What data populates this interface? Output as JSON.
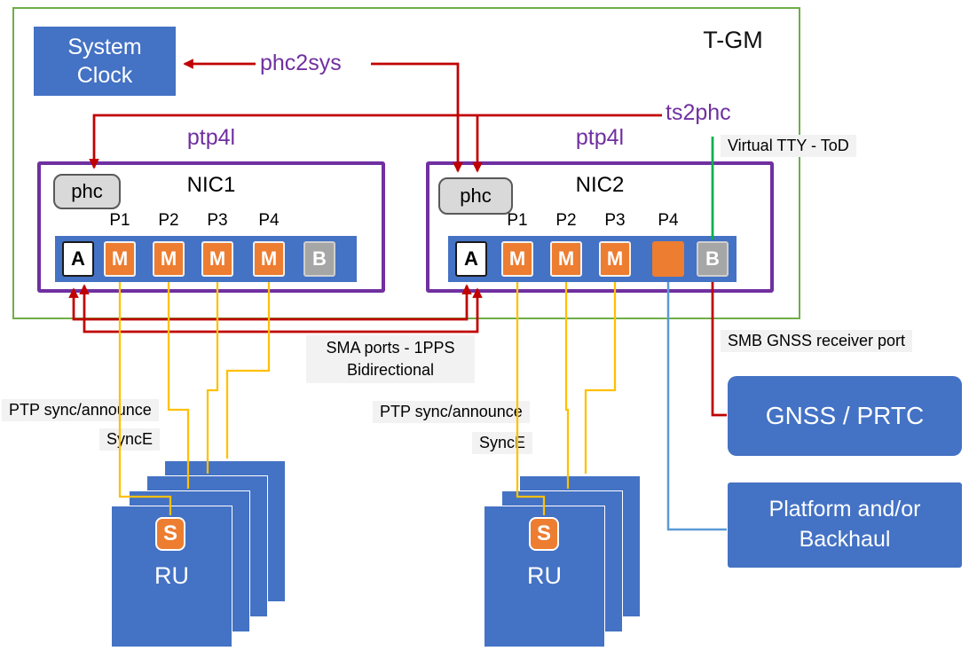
{
  "title": "T-GM",
  "colors": {
    "box_blue": "#4472C4",
    "port_orange": "#ED7D31",
    "process_purple": "#7030A0",
    "signal_dark_red": "#C00000",
    "boundary_green": "#70AD47",
    "tod_green": "#00B050",
    "ptp_yellow": "#FFC000",
    "backhaul_blue": "#5B9BD5",
    "port_gray": "#A6A6A6",
    "label_bg": "#F2F2F2"
  },
  "system_clock": {
    "line1": "System",
    "line2": "Clock"
  },
  "processes": {
    "phc2sys": "phc2sys",
    "ts2phc": "ts2phc"
  },
  "nic1": {
    "ptp4l": "ptp4l",
    "name": "NIC1",
    "phc": "phc",
    "port_labels": [
      "P1",
      "P2",
      "P3",
      "P4"
    ],
    "ports": [
      {
        "label": "A",
        "type": "a"
      },
      {
        "label": "M",
        "type": "m"
      },
      {
        "label": "M",
        "type": "m"
      },
      {
        "label": "M",
        "type": "m"
      },
      {
        "label": "M",
        "type": "m"
      },
      {
        "label": "B",
        "type": "b"
      }
    ]
  },
  "nic2": {
    "ptp4l": "ptp4l",
    "name": "NIC2",
    "phc": "phc",
    "port_labels": [
      "P1",
      "P2",
      "P3",
      "P4"
    ],
    "ports": [
      {
        "label": "A",
        "type": "a"
      },
      {
        "label": "M",
        "type": "m"
      },
      {
        "label": "M",
        "type": "m"
      },
      {
        "label": "M",
        "type": "m"
      },
      {
        "label": "",
        "type": "blank"
      },
      {
        "label": "B",
        "type": "b"
      }
    ]
  },
  "labels": {
    "virtual_tty": "Virtual TTY - ToD",
    "sma_line1": "SMA ports - 1PPS",
    "sma_line2": "Bidirectional",
    "smb": "SMB GNSS receiver port",
    "ptp_sync_1": "PTP sync/announce",
    "synce_1": "SyncE",
    "ptp_sync_2": "PTP sync/announce",
    "synce_2": "SyncE"
  },
  "gnss_box": "GNSS / PRTC",
  "platform_box": {
    "line1": "Platform and/or",
    "line2": "Backhaul"
  },
  "ru1": {
    "s": "S",
    "name": "RU"
  },
  "ru2": {
    "s": "S",
    "name": "RU"
  }
}
